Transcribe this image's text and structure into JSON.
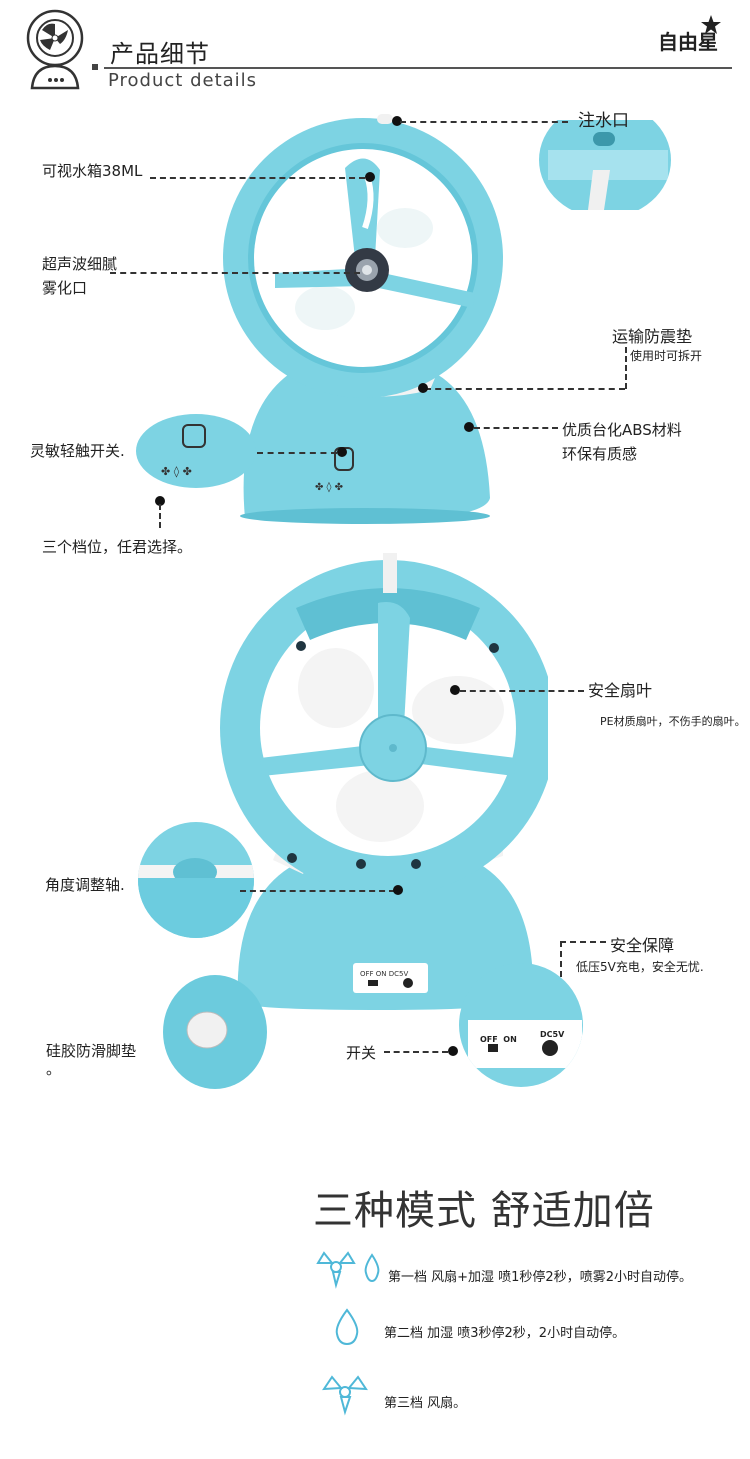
{
  "header": {
    "title_cn": "产品细节",
    "title_en": "Product details",
    "brand": "自由星"
  },
  "section1": {
    "fill_port": "注水口",
    "water_tank": "可视水箱38ML",
    "atomizer_line1": "超声波细腻",
    "atomizer_line2": "雾化口",
    "shock_pad": "运输防震垫",
    "shock_pad_note": "使用时可拆开",
    "material_line1": "优质台化ABS材料",
    "material_line2": "环保有质感",
    "touch_switch": "灵敏轻触开关.",
    "three_levels": "三个档位，任君选择。"
  },
  "section2": {
    "blade": "安全扇叶",
    "blade_note": "PE材质扇叶，不伤手的扇叶。",
    "angle_axis": "角度调整轴.",
    "safety": "安全保障",
    "safety_note": "低压5V充电，安全无忧.",
    "silicone_line1": "硅胶防滑脚垫",
    "silicone_line2": "。",
    "switch": "开关",
    "back_off_on": "OFF  ON",
    "back_dc": "DC5V"
  },
  "modes": {
    "title": "三种模式 舒适加倍",
    "mode1": "第一档  风扇+加湿 喷1秒停2秒，喷雾2小时自动停。",
    "mode2": "第二档  加湿 喷3秒停2秒，2小时自动停。",
    "mode3": "第三档  风扇。"
  },
  "colors": {
    "fan_blue": "#7dd3e3",
    "fan_dark": "#4fb6cc",
    "icon_blue": "#4fb8d8"
  }
}
